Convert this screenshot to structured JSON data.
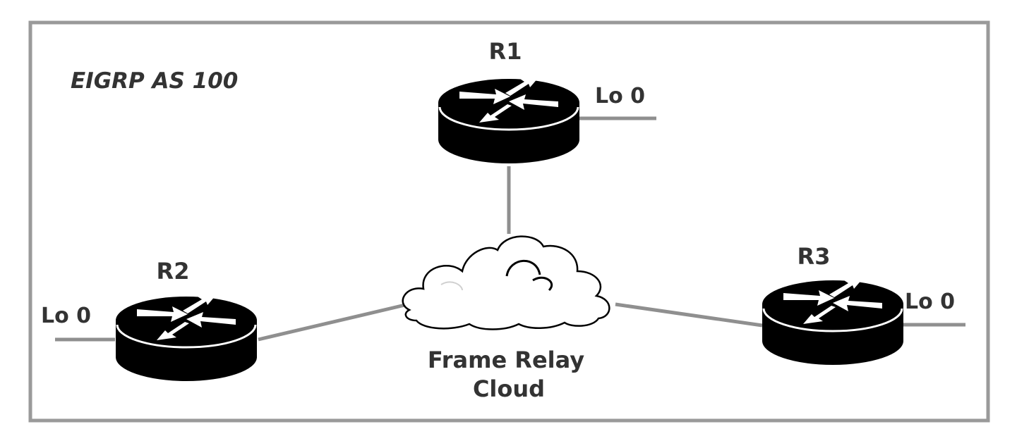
{
  "diagram": {
    "as_label": "EIGRP AS 100",
    "cloud_label_line1": "Frame Relay",
    "cloud_label_line2": "Cloud",
    "routers": [
      {
        "name": "R1",
        "loopback": "Lo 0"
      },
      {
        "name": "R2",
        "loopback": "Lo 0"
      },
      {
        "name": "R3",
        "loopback": "Lo 0"
      }
    ],
    "icons": {
      "router": "router-icon",
      "cloud": "cloud-icon"
    },
    "colors": {
      "router_body": "#000000",
      "link": "#8f8f8f",
      "frame": "#9a9a9a",
      "text": "#333333"
    }
  }
}
